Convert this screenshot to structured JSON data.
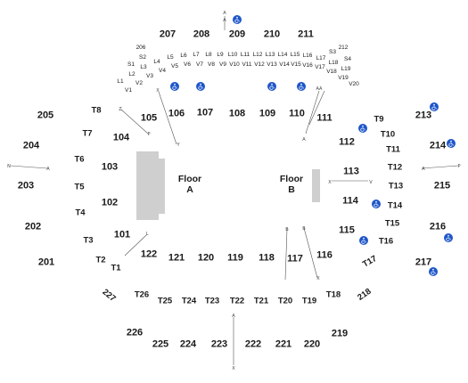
{
  "floor_a": {
    "line1": "Floor",
    "line2": "A"
  },
  "floor_b": {
    "line1": "Floor",
    "line2": "B"
  },
  "sections_200": [
    "201",
    "202",
    "203",
    "204",
    "205",
    "207",
    "208",
    "209",
    "210",
    "211",
    "213",
    "214",
    "215",
    "216",
    "217",
    "218",
    "219",
    "220",
    "221",
    "222",
    "223",
    "224",
    "225",
    "226",
    "227"
  ],
  "sections_100": [
    "101",
    "102",
    "103",
    "104",
    "105",
    "106",
    "107",
    "108",
    "109",
    "110",
    "111",
    "112",
    "113",
    "114",
    "115",
    "116",
    "117",
    "118",
    "119",
    "120",
    "121",
    "122"
  ],
  "sections_t": [
    "T1",
    "T2",
    "T3",
    "T4",
    "T5",
    "T6",
    "T7",
    "T8",
    "T9",
    "T10",
    "T11",
    "T12",
    "T13",
    "T14",
    "T15",
    "T16",
    "T17",
    "T18",
    "T19",
    "T20",
    "T21",
    "T22",
    "T23",
    "T24",
    "T25",
    "T26"
  ],
  "sections_small": [
    "206",
    "212",
    "S1",
    "S2",
    "S3",
    "S4",
    "L1",
    "L2",
    "L3",
    "L4",
    "L5",
    "L6",
    "L7",
    "L8",
    "L9",
    "L10",
    "L11",
    "L12",
    "L13",
    "L14",
    "L15",
    "L16",
    "L17",
    "L18",
    "L19",
    "V1",
    "V2",
    "V3",
    "V4",
    "V5",
    "V6",
    "V7",
    "V8",
    "V9",
    "V10",
    "V11",
    "V12",
    "V13",
    "V14",
    "V15",
    "V16",
    "V17",
    "V18",
    "V19",
    "V20"
  ],
  "tunnel_marks": [
    "N",
    "A",
    "Z",
    "P",
    "X",
    "Y",
    "AA",
    "B",
    "A",
    "X",
    "L",
    "A",
    "X",
    "A",
    "P",
    "A",
    "V",
    "X",
    "A",
    "B"
  ],
  "colors": {
    "accessible_icon": "#1e56c8",
    "floor": "#cfcfcf",
    "text": "#1a1a1a"
  },
  "accessible_icon_name": "wheelchair-icon"
}
